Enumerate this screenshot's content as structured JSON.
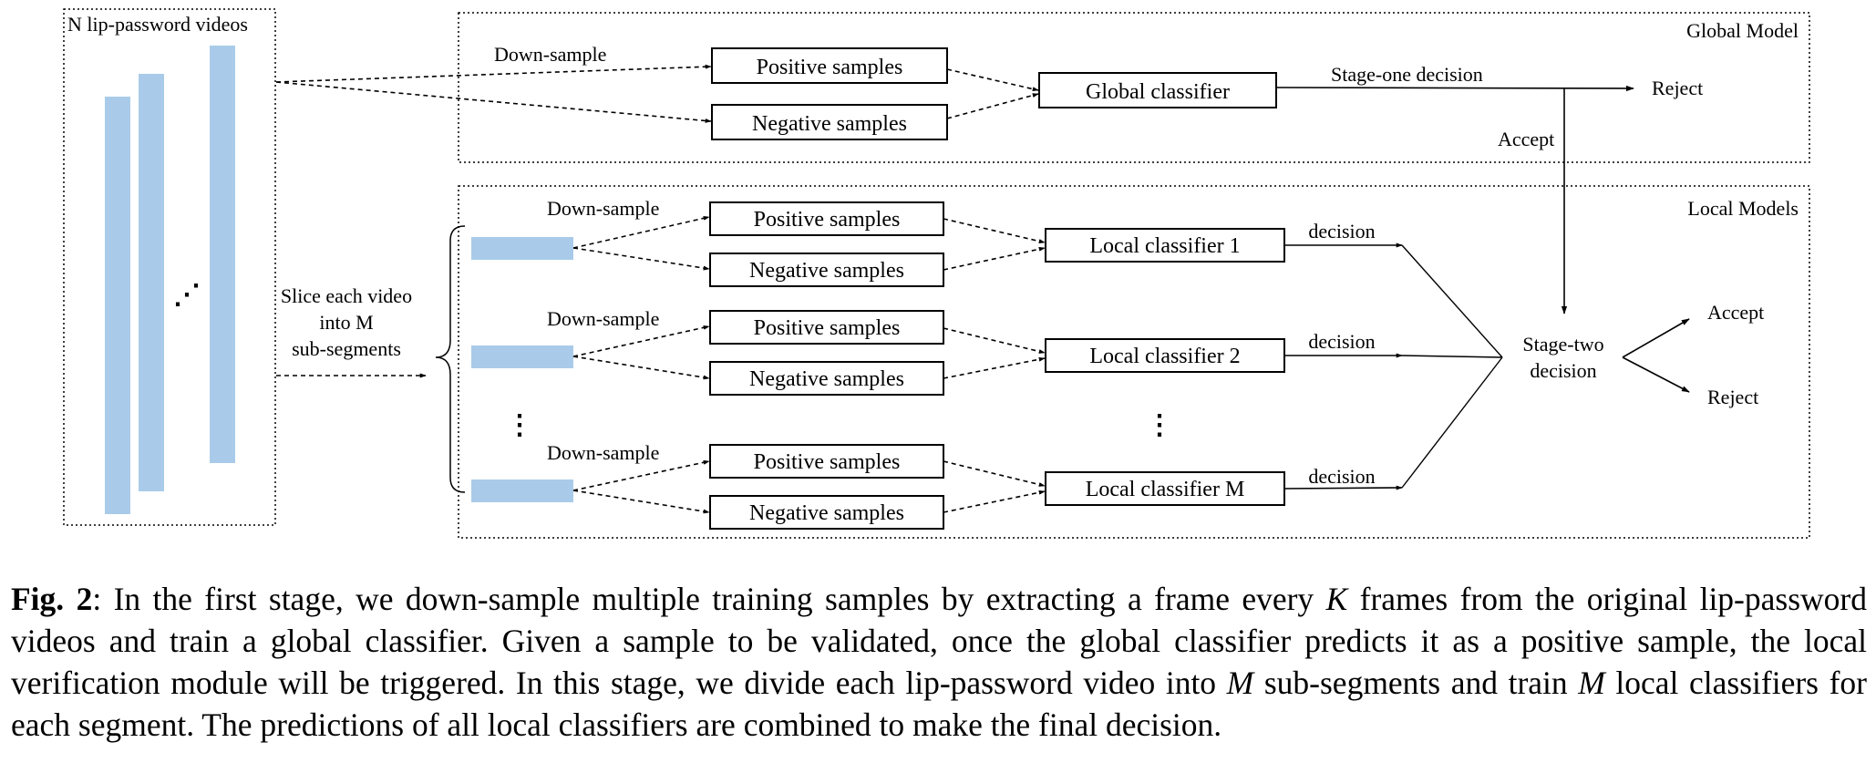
{
  "diagram": {
    "videos_title": "N lip-password videos",
    "global_title": "Global Model",
    "local_title": "Local Models",
    "down_sample": "Down-sample",
    "positive": "Positive samples",
    "negative": "Negative samples",
    "global_classifier": "Global classifier",
    "stage_one": "Stage-one decision",
    "reject": "Reject",
    "accept": "Accept",
    "slice_line1": "Slice each video",
    "slice_line2": "into M",
    "slice_line3": "sub-segments",
    "local_classifier_1": "Local classifier 1",
    "local_classifier_2": "Local classifier 2",
    "local_classifier_m": "Local classifier M",
    "decision": "decision",
    "stage_two_line1": "Stage-two",
    "stage_two_line2": "decision",
    "ellipsis": "⋮",
    "diag_ellipsis": "⋰"
  },
  "colors": {
    "video_bar": "#a9cbe9",
    "line": "#000000"
  },
  "caption": {
    "label": "Fig. 2",
    "part1": ": In the first stage, we down-sample multiple training samples by extracting a frame every ",
    "var_k": "K",
    "part2": " frames from the original lip-password videos and train a global classifier. Given a sample to be validated, once the global classifier predicts it as a positive sample, the local verification module will be triggered. In this stage, we divide each lip-password video into ",
    "var_m1": "M",
    "part3": " sub-segments and train ",
    "var_m2": "M",
    "part4": " local classifiers for each segment. The predictions of all local classifiers are combined to make the final decision."
  }
}
